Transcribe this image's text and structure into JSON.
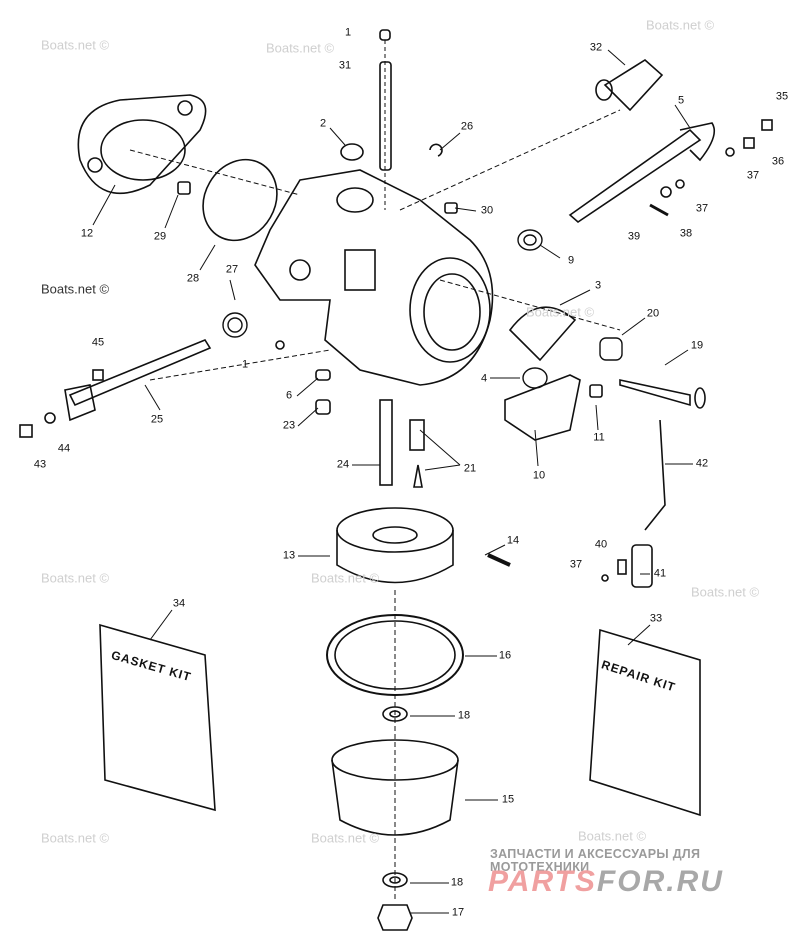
{
  "diagram": {
    "title": "Carburetor exploded parts diagram",
    "callouts": [
      "1",
      "31",
      "2",
      "26",
      "32",
      "5",
      "35",
      "36",
      "37",
      "37",
      "38",
      "39",
      "12",
      "29",
      "30",
      "28",
      "27",
      "9",
      "3",
      "20",
      "19",
      "1",
      "45",
      "25",
      "6",
      "4",
      "11",
      "23",
      "43",
      "44",
      "24",
      "21",
      "10",
      "42",
      "13",
      "14",
      "40",
      "37",
      "41",
      "34",
      "33",
      "16",
      "18",
      "15",
      "18",
      "17"
    ],
    "kits": {
      "gasket": "GASKET KIT",
      "repair": "REPAIR KIT"
    }
  },
  "watermark": {
    "text": "Boats.net ©",
    "site_tagline": "ЗАПЧАСТИ И АКСЕССУАРЫ ДЛЯ МОТОТЕХНИКИ",
    "site_brand_a": "PARTS",
    "site_brand_b": "FOR.RU",
    "brand_color": "#f0a0a0"
  }
}
